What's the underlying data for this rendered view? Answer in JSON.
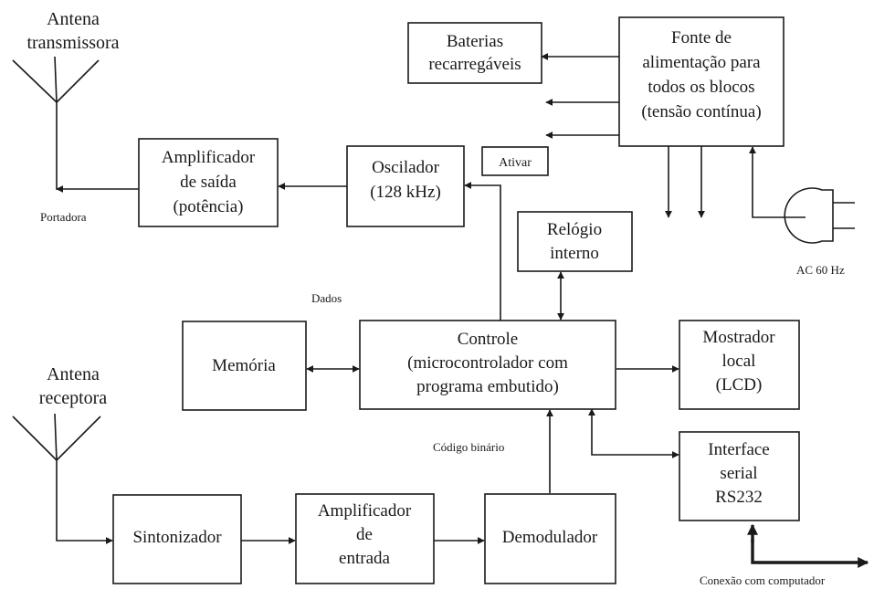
{
  "blocks": {
    "baterias": [
      "Baterias",
      "recarregáveis"
    ],
    "fonte": [
      "Fonte de",
      "alimentação para",
      "todos os blocos",
      "(tensão contínua)"
    ],
    "ativar": "Ativar",
    "oscilador": [
      "Oscilador",
      "(128 kHz)"
    ],
    "amplificador_saida": [
      "Amplificador",
      "de saída",
      "(potência)"
    ],
    "relogio": [
      "Relógio",
      "interno"
    ],
    "memoria": "Memória",
    "controle": [
      "Controle",
      "(microcontrolador com",
      "programa embutido)"
    ],
    "mostrador": [
      "Mostrador",
      "local",
      "(LCD)"
    ],
    "interface": [
      "Interface",
      "serial",
      "RS232"
    ],
    "sintonizador": "Sintonizador",
    "amplificador_entrada": [
      "Amplificador",
      "de",
      "entrada"
    ],
    "demodulador": "Demodulador"
  },
  "labels": {
    "antena_tx": [
      "Antena",
      "transmissora"
    ],
    "antena_rx": [
      "Antena",
      "receptora"
    ],
    "portadora": "Portadora",
    "ac": "AC 60 Hz",
    "dados": "Dados",
    "codigo": "Código binário",
    "conexao": "Conexão com computador"
  }
}
